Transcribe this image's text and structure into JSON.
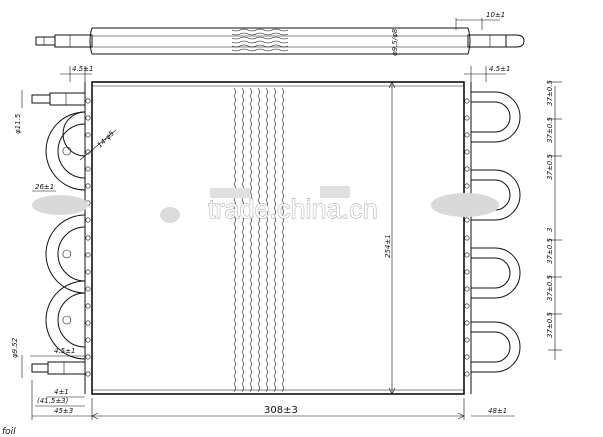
{
  "dimensions": {
    "top_fitting": "10±1",
    "tube_diameter": "φ9.5/φ8",
    "left_top_offset": "4.5±1",
    "right_top_offset": "4.5±1",
    "inlet_diameter": "φ11.5",
    "bend_dia": "14-φ5",
    "left_bend_offset": "26±1",
    "core_height": "254±1",
    "left_bottom_offset": "4.5±1",
    "outlet_diameter": "φ9.52",
    "stub_4": "4±1",
    "stub_415": "(41.5±3)",
    "stub_45": "45±3",
    "core_width": "308±3",
    "right_offset": "48±1",
    "pitch": "37±0.5",
    "pitch_mid": "3"
  },
  "watermark": "trade.china.cn",
  "footer_label": "foil"
}
